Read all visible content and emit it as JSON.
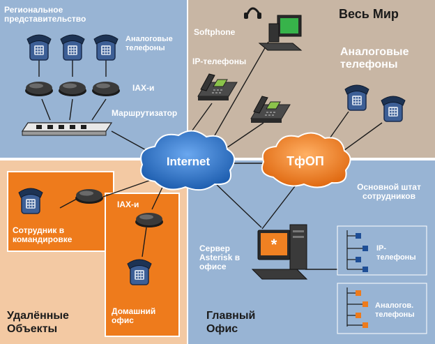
{
  "regions": {
    "regional": "Региональное представительство",
    "world": "Весь Мир",
    "remote_line1": "Удалённые",
    "remote_line2": "Объекты",
    "main_line1": "Главный",
    "main_line2": "Офис"
  },
  "labels": {
    "analog_phones_small": "Аналоговые телефоны",
    "iax_top": "IAX-и",
    "router": "Маршрутизатор",
    "softphone": "Softphone",
    "ip_phones": "IP-телефоны",
    "analog_phones_big": "Аналоговые телефоны",
    "staff": "Основной штат сотрудников",
    "employee_trip": "Сотрудник в командировке",
    "iax_remote": "IAX-и",
    "home_office": "Домашний офис",
    "asterisk_server": "Сервер Asterisk в офисе",
    "ip_phones_list": "IP-телефоны",
    "analog_phones_list": "Аналогов. телефоны"
  },
  "clouds": {
    "internet": "Internet",
    "pstn": "ТфОП"
  },
  "colors": {
    "blue_panel": "#98b4d4",
    "beige_panel": "#c8b6a4",
    "peach_panel": "#f3c9a3",
    "orange_box": "#ee7b1c",
    "internet_cloud": "#2f74c8",
    "pstn_cloud": "#f08122"
  }
}
